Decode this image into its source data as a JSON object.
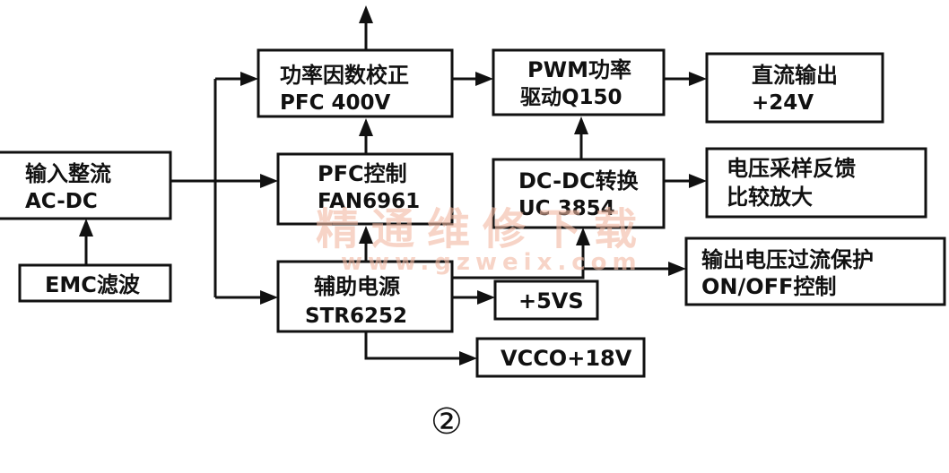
{
  "blocks": {
    "input_rectifier": {
      "line1": "输入整流",
      "line2": "AC-DC"
    },
    "emc_filter": {
      "line1": "EMC滤波"
    },
    "pfc_stage": {
      "line1": "功率因数校正",
      "line2": "PFC 400V"
    },
    "pfc_control": {
      "line1": "PFC控制",
      "line2": "FAN6961"
    },
    "aux_supply": {
      "line1": "辅助电源",
      "line2": "STR6252"
    },
    "pwm_drive": {
      "line1": "PWM功率",
      "line2": "驱动Q150"
    },
    "dcdc_convert": {
      "line1": "DC-DC转换",
      "line2": "UC 3854"
    },
    "dc_output": {
      "line1": "直流输出",
      "line2": "+24V"
    },
    "feedback": {
      "line1": "电压采样反馈",
      "line2": "比较放大"
    },
    "protection": {
      "line1": "输出电压过流保护",
      "line2": "ON/OFF控制"
    },
    "rail_5v": {
      "line1": "+5VS"
    },
    "rail_18v": {
      "line1": "VCCO+18V"
    }
  },
  "watermark": {
    "name": "精通维修下载",
    "url": "www.gzweix.com"
  },
  "figure_number": "②"
}
